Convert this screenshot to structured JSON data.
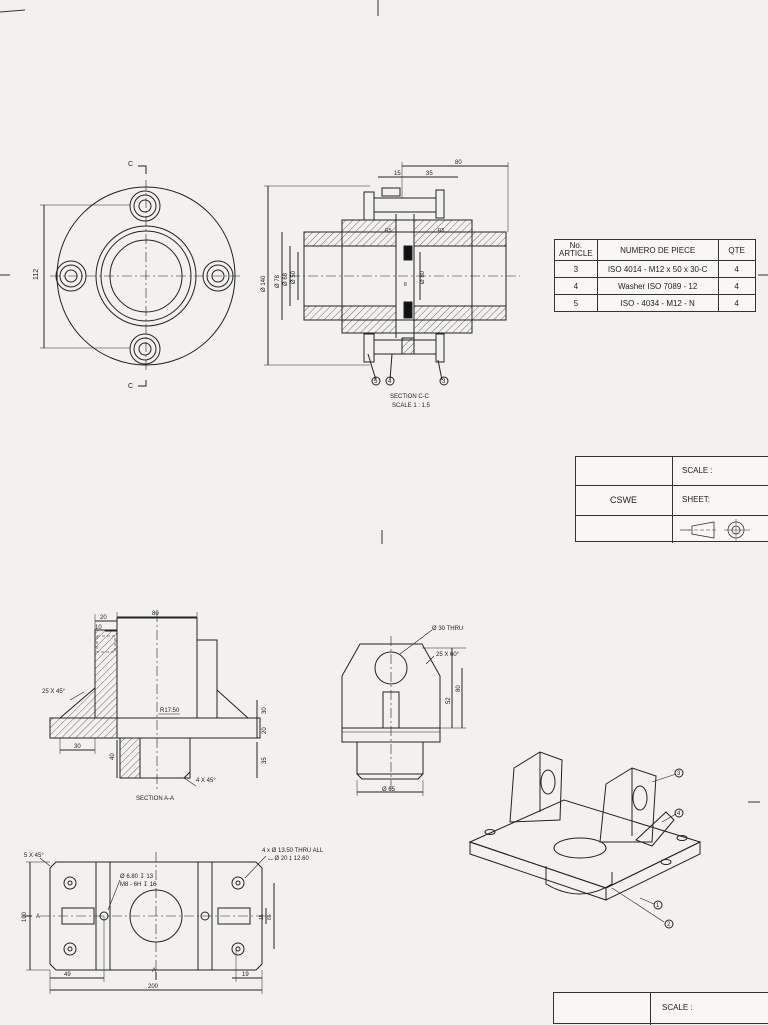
{
  "bom": {
    "headers": [
      "No.\nARTICLE",
      "NUMERO DE PIECE",
      "QTE"
    ],
    "rows": [
      {
        "no": "3",
        "part": "ISO 4014 - M12 x 50 x 30-C",
        "qty": "4"
      },
      {
        "no": "4",
        "part": "Washer ISO 7089 - 12",
        "qty": "4"
      },
      {
        "no": "5",
        "part": "ISO - 4034 - M12 - N",
        "qty": "4"
      }
    ]
  },
  "title_block_top": {
    "scale_label": "SCALE :",
    "company": "CSWE",
    "sheet_label": "SHEET:"
  },
  "title_block_bottom": {
    "scale_label": "SCALE :"
  },
  "flange_views": {
    "section_marker": "C",
    "dim_112": "112",
    "dim_80": "80",
    "dim_15": "15",
    "dim_35": "35",
    "dim_140": "Ø 140",
    "dim_78": "Ø 78",
    "dim_68": "Ø 68",
    "dim_50": "Ø 50",
    "dim_80d": "Ø 80",
    "dim_r5": "R5",
    "dim_8": "8",
    "balloons": [
      "5",
      "4",
      "3"
    ],
    "section_title": "SECTION C-C",
    "section_scale": "SCALE 1 : 1.5"
  },
  "bracket_section": {
    "dim_20": "20",
    "dim_80": "80",
    "dim_10": "10",
    "chamfer": "25 X 45°",
    "radius": "R17.50",
    "dim_30a": "30",
    "dim_20b": "20",
    "dim_35": "35",
    "dim_30b": "30",
    "dim_40": "40",
    "chamfer2": "4 X 45°",
    "title": "SECTION A-A"
  },
  "bracket_side": {
    "hole": "Ø 30 THRU",
    "chamfer": "25 X 60°",
    "dim_80": "80",
    "dim_52": "52",
    "dim_65": "Ø 65"
  },
  "bracket_top": {
    "chamfer": "5 X 45°",
    "holes_note_1": "4 x  Ø 13.50 THRU ALL",
    "holes_note_2": "⌴ Ø 20 ↧ 12.60",
    "tap_note_1": "Ø 6.80 ↧ 13",
    "tap_note_2": "M8 - 6H ↧ 16",
    "dim_100": "100",
    "dim_15": "15",
    "dim_65": "65",
    "dim_49": "49",
    "dim_19": "19",
    "dim_200": "200",
    "marker": "A"
  },
  "iso_balloons": [
    "3",
    "4",
    "1",
    "2"
  ]
}
